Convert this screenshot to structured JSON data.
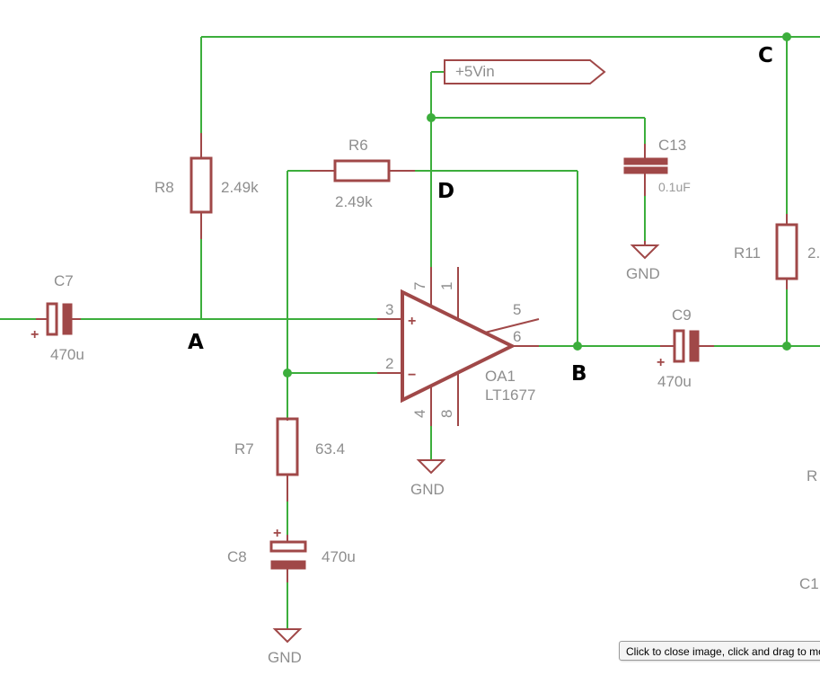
{
  "schematic": {
    "nodes": {
      "a": "A",
      "b": "B",
      "c": "C",
      "d": "D"
    },
    "supply": "+5Vin",
    "gnd": "GND",
    "opamp": {
      "name": "OA1",
      "value": "LT1677",
      "pins": {
        "p1": "1",
        "p2": "2",
        "p3": "3",
        "p4": "4",
        "p5": "5",
        "p6": "6",
        "p7": "7",
        "p8": "8"
      }
    },
    "r8": {
      "name": "R8",
      "value": "2.49k"
    },
    "r6": {
      "name": "R6",
      "value": "2.49k"
    },
    "r7": {
      "name": "R7",
      "value": "63.4"
    },
    "r11": {
      "name": "R11",
      "value": "2."
    },
    "c7": {
      "name": "C7",
      "value": "470u"
    },
    "c8": {
      "name": "C8",
      "value": "470u"
    },
    "c9": {
      "name": "C9",
      "value": "470u"
    },
    "c13": {
      "name": "C13",
      "value": "0.1uF"
    },
    "partial_r": "R",
    "partial_c": "C1",
    "plus_sign": "+",
    "minus_sign": "−"
  },
  "tooltip": {
    "text": "Click to close image, click and drag to move"
  },
  "colors": {
    "wire": "#3cae3c",
    "component": "#a04848",
    "label": "#8e8e8e"
  }
}
